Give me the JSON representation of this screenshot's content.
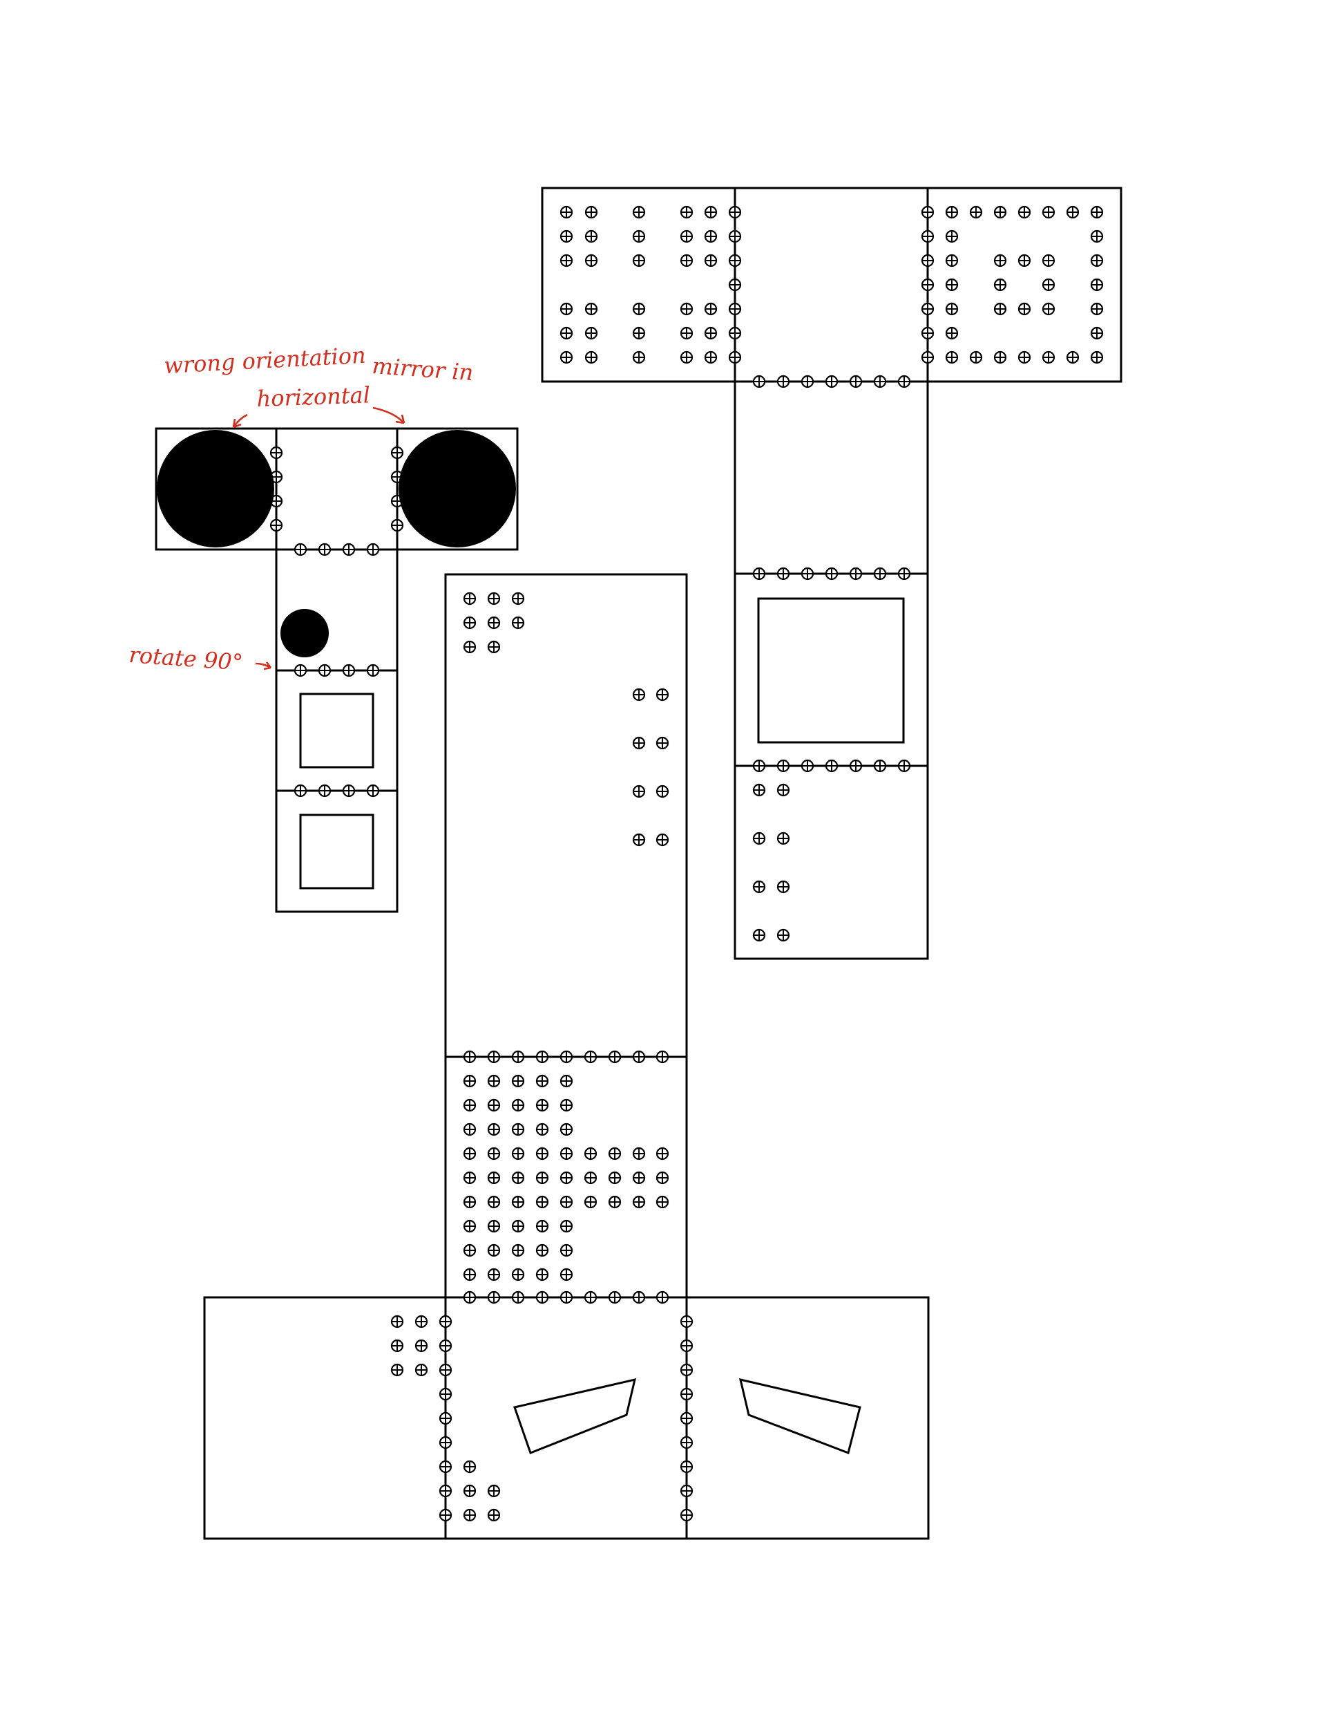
{
  "annotations": {
    "wrong_orientation": "wrong orientation",
    "mirror_in": "mirror in",
    "horizontal": "horizontal",
    "rotate": "rotate 90°"
  },
  "colors": {
    "line": "#000000",
    "annotation": "#d32f1f",
    "background": "#ffffff"
  }
}
